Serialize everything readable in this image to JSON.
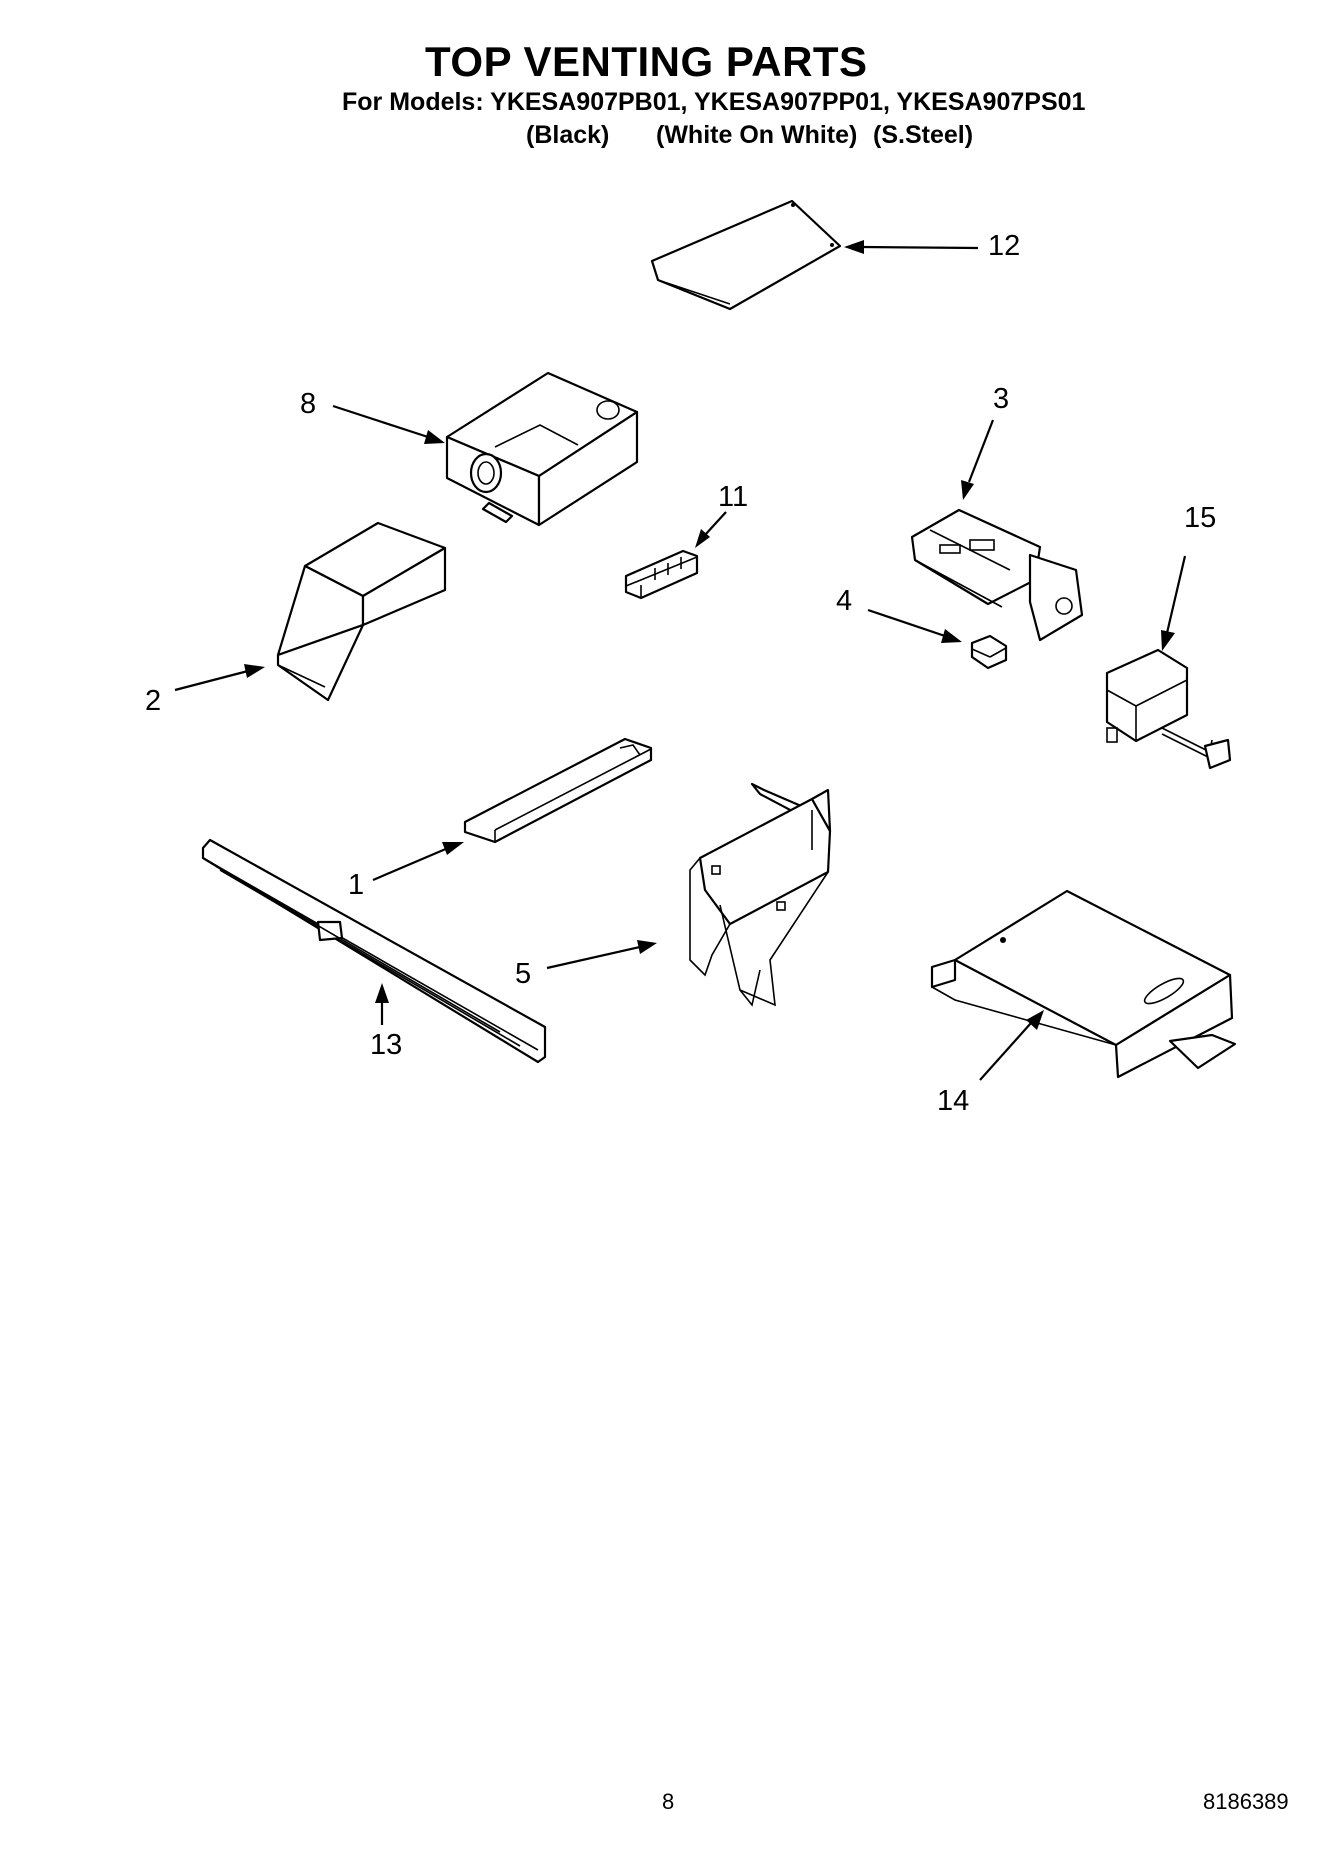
{
  "header": {
    "title": "TOP VENTING PARTS",
    "models_line": "For Models: YKESA907PB01, YKESA907PP01, YKESA907PS01",
    "finishes": [
      "(Black)",
      "(White On White)",
      "(S.Steel)"
    ]
  },
  "callouts": [
    "12",
    "8",
    "3",
    "11",
    "15",
    "4",
    "2",
    "1",
    "5",
    "13",
    "14"
  ],
  "footer": {
    "page_number": "8",
    "doc_number": "8186389"
  }
}
